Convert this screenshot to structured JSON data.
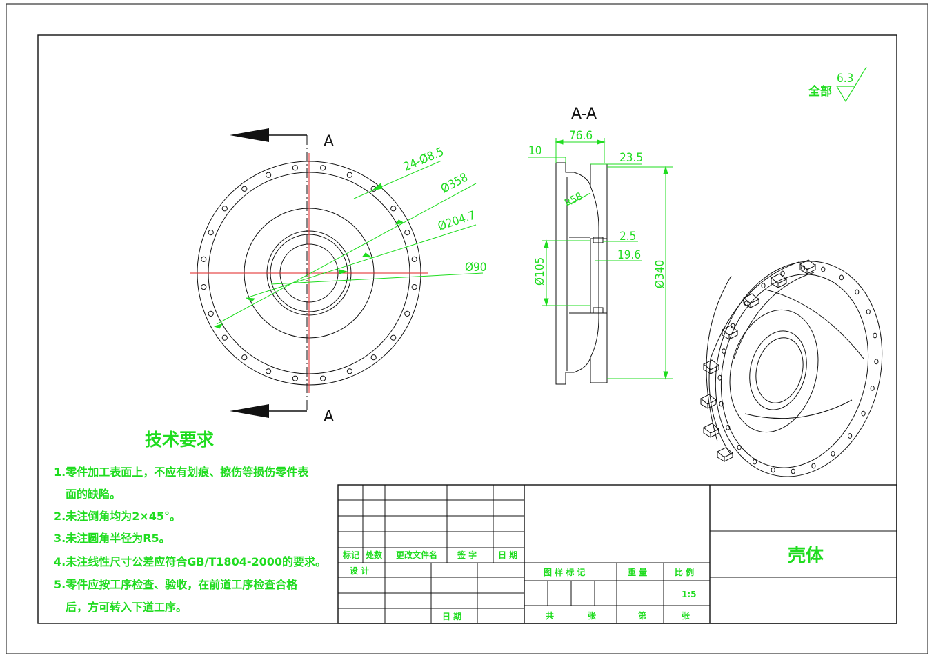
{
  "section_label": "A-A",
  "cut_letter_top": "A",
  "cut_letter_bottom": "A",
  "roughness": {
    "prefix": "全部",
    "value": "6.3"
  },
  "front_dims": {
    "holes": "24-Ø8.5",
    "d358": "Ø358",
    "d204": "Ø204.7",
    "d90": "Ø90"
  },
  "section_dims": {
    "w76": "76.6",
    "w10": "10",
    "w23": "23.5",
    "r58": "R58",
    "d25": "2.5",
    "d196": "19.6",
    "d105": "Ø105",
    "d340": "Ø340"
  },
  "tech": {
    "title": "技术要求",
    "items": [
      "1.零件加工表面上，不应有划痕、擦伤等损伤零件表",
      "面的缺陷。",
      "2.未注倒角均为2×45°。",
      "3.未注圆角半径为R5。",
      "4.未注线性尺寸公差应符合GB/T1804-2000的要求。",
      "5.零件应按工序检查、验收，在前道工序检查合格",
      "后，方可转入下道工序。"
    ]
  },
  "title_block": {
    "part_name": "壳体",
    "mark": "标记",
    "count": "处数",
    "change_doc": "更改文件名",
    "signature": "签  字",
    "date": "日 期",
    "design": "设 计",
    "date2": "日 期",
    "sample_mark": "图 样 标 记",
    "weight": "重 量",
    "scale_label": "比 例",
    "scale": "1:5",
    "total": "共",
    "sheets": "张",
    "nth": "第",
    "sheets2": "张"
  }
}
